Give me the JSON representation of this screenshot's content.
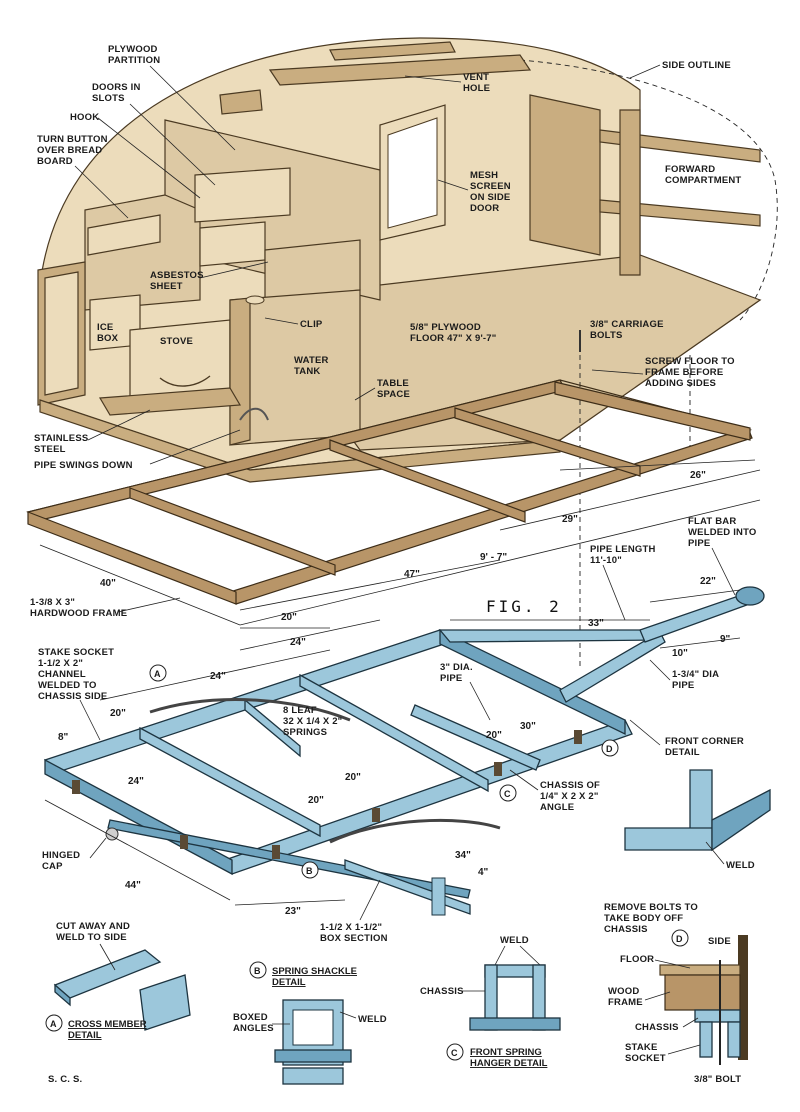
{
  "figure_label": "FIG. 2",
  "signature": "S. C. S.",
  "body_labels": {
    "plywood_partition": [
      "PLYWOOD",
      "PARTITION"
    ],
    "vent_hole": [
      "VENT",
      "HOLE"
    ],
    "side_outline": "SIDE OUTLINE",
    "doors_in_slots": [
      "DOORS IN",
      "SLOTS"
    ],
    "hook": "HOOK",
    "turn_button": [
      "TURN BUTTON",
      "OVER BREAD",
      "BOARD"
    ],
    "mesh_screen": [
      "MESH",
      "SCREEN",
      "ON SIDE",
      "DOOR"
    ],
    "forward_compartment": [
      "FORWARD",
      "COMPARTMENT"
    ],
    "asbestos_sheet": [
      "ASBESTOS",
      "SHEET"
    ],
    "ice_box": [
      "ICE",
      "BOX"
    ],
    "clip": "CLIP",
    "stove": "STOVE",
    "water_tank": [
      "WATER",
      "TANK"
    ],
    "plywood_floor": [
      "5/8\" PLYWOOD",
      "FLOOR 47\" X 9'-7\""
    ],
    "carriage_bolts": [
      "3/8\" CARRIAGE",
      "BOLTS"
    ],
    "screw_floor": [
      "SCREW FLOOR TO",
      "FRAME BEFORE",
      "ADDING SIDES"
    ],
    "table_space": [
      "TABLE",
      "SPACE"
    ],
    "stainless_steel": [
      "STAINLESS",
      "STEEL"
    ],
    "pipe_swings_down": "PIPE SWINGS DOWN"
  },
  "frame_labels": {
    "hardwood_frame": [
      "1-3/8 X 3\"",
      "HARDWOOD FRAME"
    ],
    "dims": [
      "26\"",
      "29\"",
      "9' - 7\"",
      "40\"",
      "47\"",
      "20\"",
      "24\""
    ]
  },
  "chassis_labels": {
    "pipe_length": [
      "PIPE LENGTH",
      "11'-10\""
    ],
    "flat_bar": [
      "FLAT BAR",
      "WELDED INTO",
      "PIPE"
    ],
    "stake_socket": [
      "STAKE SOCKET",
      "1-1/2 X 2\"",
      "CHANNEL",
      "WELDED TO",
      "CHASSIS SIDE"
    ],
    "dia_pipe_3": [
      "3\" DIA.",
      "PIPE"
    ],
    "dia_pipe_134": [
      "1-3/4\" DIA",
      "PIPE"
    ],
    "leaf_springs": [
      "8 LEAF",
      "32 X 1/4 X 2\"",
      "SPRINGS"
    ],
    "front_corner": [
      "FRONT CORNER",
      "DETAIL"
    ],
    "chassis_angle": [
      "CHASSIS OF",
      "1/4\" X 2 X 2\"",
      "ANGLE"
    ],
    "hinged_cap": [
      "HINGED",
      "CAP"
    ],
    "weld": "WELD",
    "box_section": [
      "1-1/2 X 1-1/2\"",
      "BOX SECTION"
    ],
    "dims": [
      "22\"",
      "33\"",
      "9\"",
      "10\"",
      "24\"",
      "20\"",
      "8\"",
      "30\"",
      "20\"",
      "20\"",
      "24\"",
      "20\"",
      "44\"",
      "34\"",
      "4\"",
      "23\""
    ],
    "markers": [
      "A",
      "B",
      "C",
      "D"
    ]
  },
  "details": {
    "a": {
      "marker": "A",
      "note": [
        "CUT AWAY AND",
        "WELD TO SIDE"
      ],
      "title": [
        "CROSS MEMBER",
        "DETAIL"
      ]
    },
    "b": {
      "marker": "B",
      "title": [
        "SPRING SHACKLE",
        "DETAIL"
      ],
      "boxed": [
        "BOXED",
        "ANGLES"
      ],
      "weld": "WELD"
    },
    "c": {
      "marker": "C",
      "weld": "WELD",
      "chassis": "CHASSIS",
      "title": [
        "FRONT SPRING",
        "HANGER DETAIL"
      ]
    },
    "d": {
      "marker": "D",
      "note": [
        "REMOVE BOLTS TO",
        "TAKE BODY OFF",
        "CHASSIS"
      ],
      "side": "SIDE",
      "floor": "FLOOR",
      "wood_frame": [
        "WOOD",
        "FRAME"
      ],
      "chassis": "CHASSIS",
      "stake": [
        "STAKE",
        "SOCKET"
      ],
      "bolt": "3/8\" BOLT"
    }
  }
}
